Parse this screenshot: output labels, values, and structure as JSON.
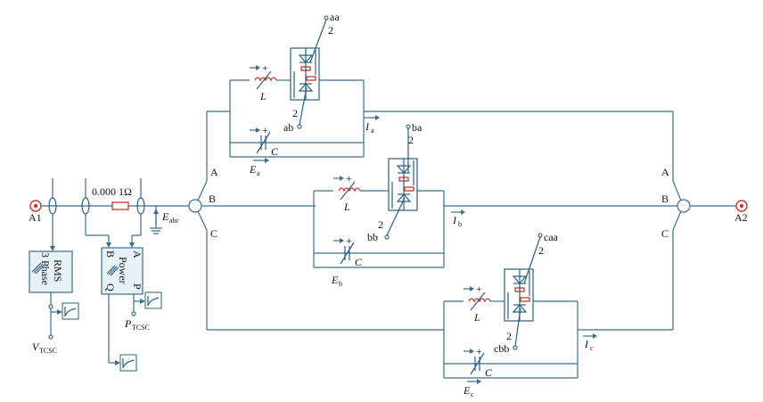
{
  "diagram": {
    "ports": {
      "left": "A1",
      "right": "A2"
    },
    "resistor_label": "0.000 1Ω",
    "source_voltage": {
      "main": "E",
      "sub": "abc"
    },
    "rms_block": {
      "line1": "3 Phase",
      "line2": "RMS"
    },
    "power_block": {
      "a": "A",
      "b": "B",
      "power": "Power",
      "p": "P",
      "q": "Q"
    },
    "v_measure": {
      "main": "V",
      "sub": "TCSC"
    },
    "p_measure": {
      "main": "P",
      "sub": "TCSC"
    },
    "phase_labels": {
      "a": "A",
      "b": "B",
      "c": "C"
    },
    "modules": [
      {
        "L": "L",
        "C": "C",
        "current": "I",
        "current_sub": "a",
        "voltage": "E",
        "voltage_sub": "a",
        "gate_top": "aa",
        "gate_top_num": "2",
        "gate_bottom": "ab",
        "gate_bottom_num": "2"
      },
      {
        "L": "L",
        "C": "C",
        "current": "I",
        "current_sub": "b",
        "voltage": "E",
        "voltage_sub": "b",
        "gate_top": "ba",
        "gate_top_num": "2",
        "gate_bottom": "bb",
        "gate_bottom_num": "2"
      },
      {
        "L": "L",
        "C": "C",
        "current": "I",
        "current_sub": "c",
        "voltage": "E",
        "voltage_sub": "c",
        "gate_top": "caa",
        "gate_top_num": "2",
        "gate_bottom": "cbb",
        "gate_bottom_num": "2"
      }
    ],
    "plus_sign": "+"
  }
}
